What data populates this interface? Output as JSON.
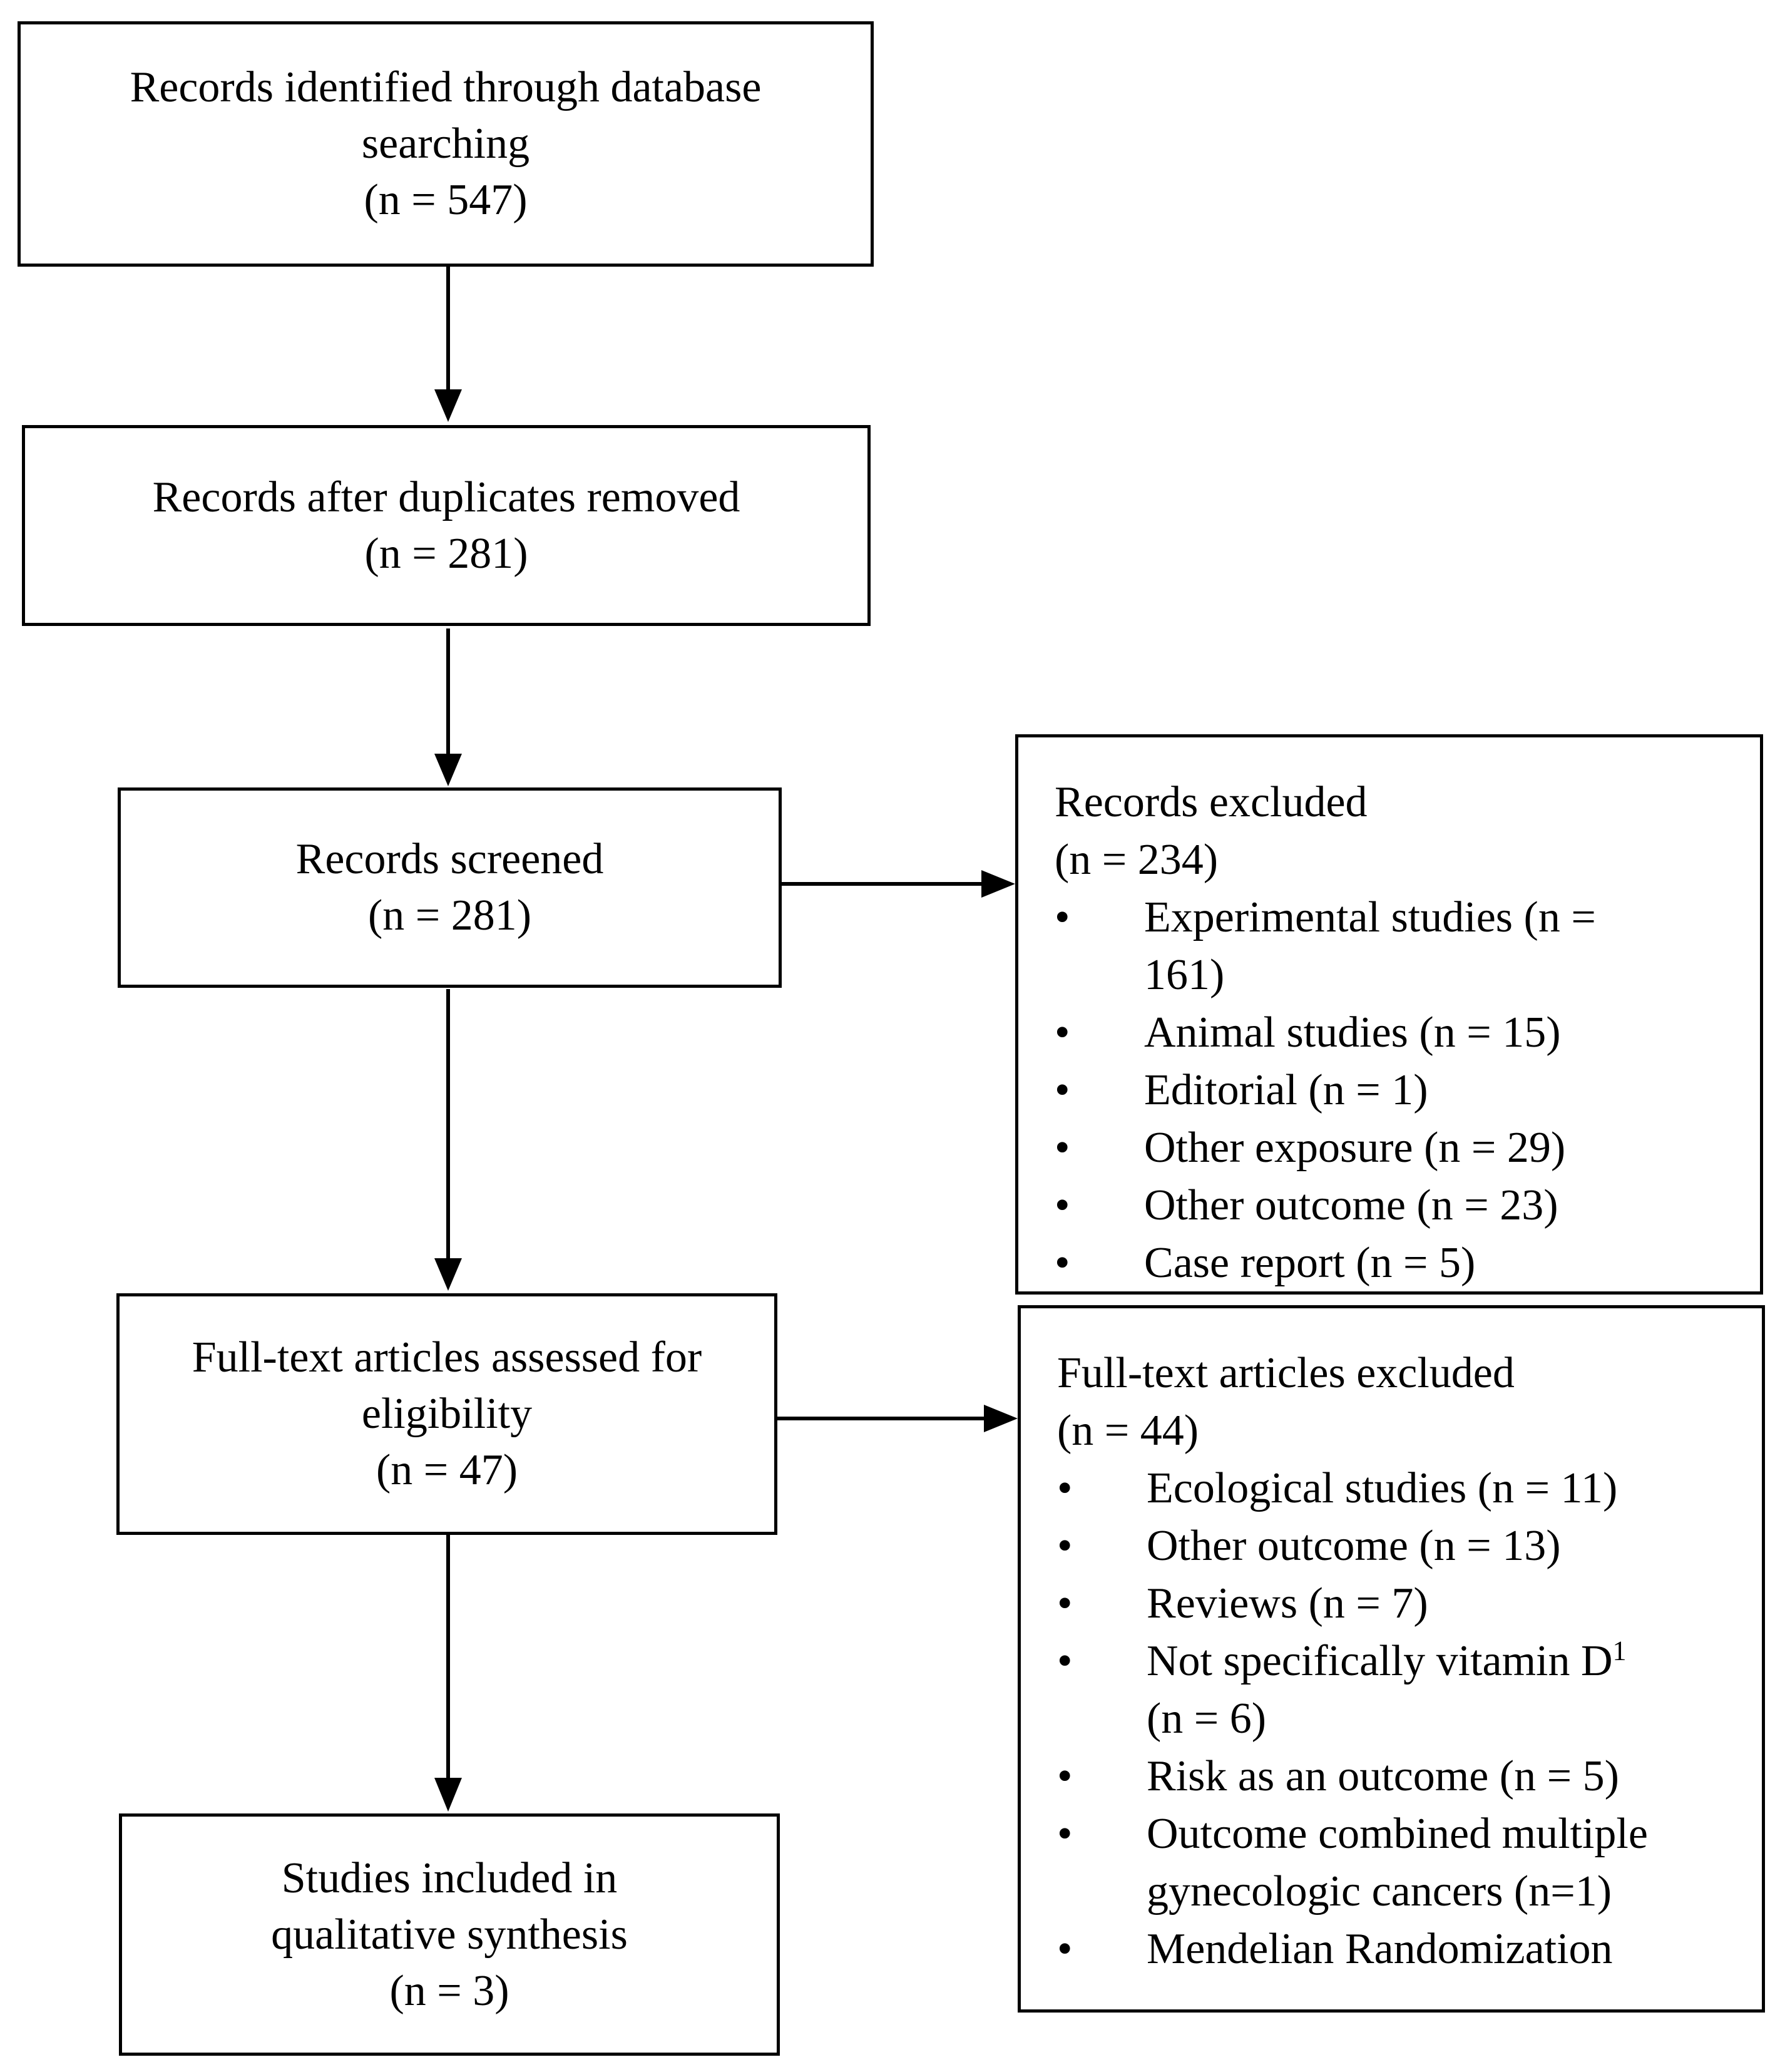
{
  "flow": {
    "identified": {
      "lines": [
        "Records identified through database",
        "searching",
        "(n = 547)"
      ]
    },
    "duplicates": {
      "lines": [
        "Records after duplicates removed",
        "(n =  281)"
      ]
    },
    "screened": {
      "lines": [
        "Records screened",
        "(n =  281)"
      ]
    },
    "fulltext": {
      "lines": [
        "Full-text articles assessed for",
        "eligibility",
        "(n =  47)"
      ]
    },
    "included": {
      "lines": [
        "Studies included in",
        "qualitative synthesis",
        "(n =  3)"
      ]
    }
  },
  "records_excluded": {
    "title": "Records excluded",
    "count": "(n = 234)",
    "bullet": "•",
    "items": [
      {
        "lines": [
          "Experimental studies (n =",
          "161)"
        ]
      },
      {
        "lines": [
          "Animal studies (n = 15)"
        ]
      },
      {
        "lines": [
          "Editorial (n = 1)"
        ]
      },
      {
        "lines": [
          "Other exposure (n = 29)"
        ]
      },
      {
        "lines": [
          "Other outcome (n = 23)"
        ]
      },
      {
        "lines": [
          "Case report (n = 5)"
        ]
      }
    ]
  },
  "fulltext_excluded": {
    "title": "Full-text articles excluded",
    "count": "(n = 44)",
    "bullet": "•",
    "items": [
      {
        "lines": [
          "Ecological studies (n = 11)"
        ]
      },
      {
        "lines": [
          "Other outcome (n = 13)"
        ]
      },
      {
        "lines": [
          "Reviews (n = 7)"
        ]
      },
      {
        "lines": [
          "Not specifically vitamin D",
          "(n = 6)"
        ],
        "superscript": "1"
      },
      {
        "lines": [
          "Risk as an outcome (n = 5)"
        ]
      },
      {
        "lines": [
          "Outcome combined multiple",
          "gynecologic cancers (n=1)"
        ]
      },
      {
        "lines": [
          "Mendelian Randomization"
        ]
      }
    ]
  }
}
